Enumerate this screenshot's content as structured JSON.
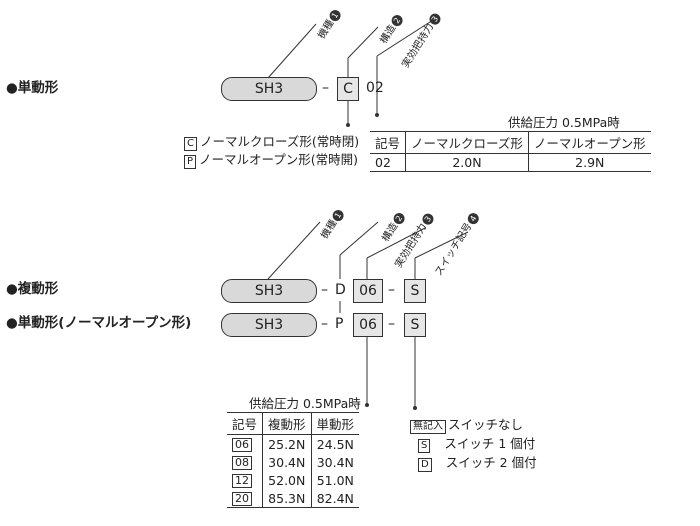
{
  "section1": {
    "title": "●単動形",
    "model": "SH3",
    "dash1": "–",
    "code_box": "C",
    "code_num": "02",
    "labels": [
      {
        "text": "機種",
        "num": "1"
      },
      {
        "text": "構造",
        "num": "2"
      },
      {
        "text": "実効把持力",
        "num": "3"
      }
    ],
    "structure_options": [
      {
        "code": "C",
        "text": "ノーマルクローズ形(常時閉)"
      },
      {
        "code": "P",
        "text": "ノーマルオープン形(常時開)"
      }
    ],
    "force_table": {
      "caption": "供給圧力 0.5MPa時",
      "headers": [
        "記号",
        "ノーマルクローズ形",
        "ノーマルオープン形"
      ],
      "rows": [
        [
          "02",
          "2.0N",
          "2.9N"
        ]
      ]
    }
  },
  "section2": {
    "title_double": "●複動形",
    "title_single": "●単動形(ノーマルオープン形)",
    "model": "SH3",
    "dash": "–",
    "struct_double": "D",
    "struct_single": "P",
    "force_code": "06",
    "switch_code": "S",
    "labels": [
      {
        "text": "機種",
        "num": "1"
      },
      {
        "text": "構造",
        "num": "2"
      },
      {
        "text": "実効把持力",
        "num": "3"
      },
      {
        "text": "スイッチ記号",
        "num": "4"
      }
    ],
    "force_table": {
      "caption": "供給圧力 0.5MPa時",
      "headers": [
        "記号",
        "複動形",
        "単動形"
      ],
      "rows": [
        [
          "06",
          "25.2N",
          "24.5N"
        ],
        [
          "08",
          "30.4N",
          "30.4N"
        ],
        [
          "12",
          "52.0N",
          "51.0N"
        ],
        [
          "20",
          "85.3N",
          "82.4N"
        ]
      ]
    },
    "switch_options": [
      {
        "code": "無記入",
        "text": "スイッチなし"
      },
      {
        "code": "S",
        "text": "スイッチ 1 個付"
      },
      {
        "code": "D",
        "text": "スイッチ 2 個付"
      }
    ]
  }
}
